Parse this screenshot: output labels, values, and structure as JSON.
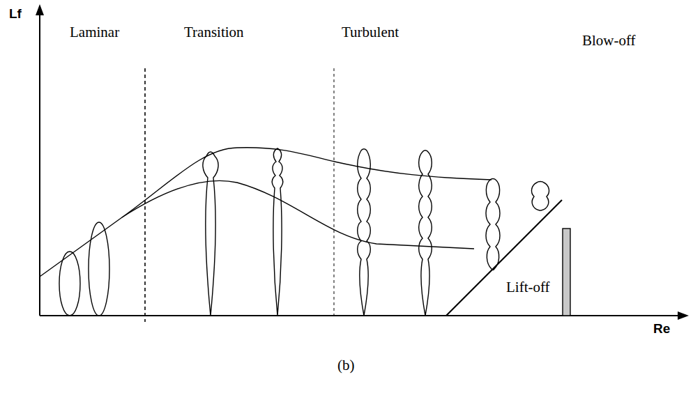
{
  "diagram": {
    "labels": [
      "Lf",
      "Laminar",
      "Transition",
      "Turbulent",
      "Lift-off",
      "Blow-off",
      "Re",
      "(b)"
    ]
  }
}
